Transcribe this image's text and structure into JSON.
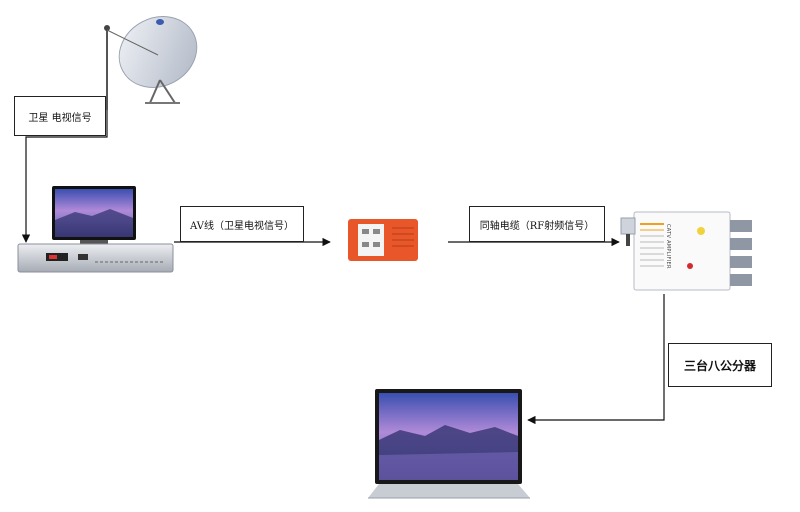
{
  "labels": {
    "satellite_signal": "卫星 电视信号",
    "av_cable": "AV线（卫星电视信号）",
    "coax_cable": "同轴电缆（RF射频信号）",
    "splitter": "三台八公分器"
  },
  "device_text": {
    "amplifier": "CATV AMPLIFIER"
  },
  "colors": {
    "line": "#111111",
    "amplifier_orange": "#e8562a",
    "screen_purple": "#7a5fc0"
  }
}
